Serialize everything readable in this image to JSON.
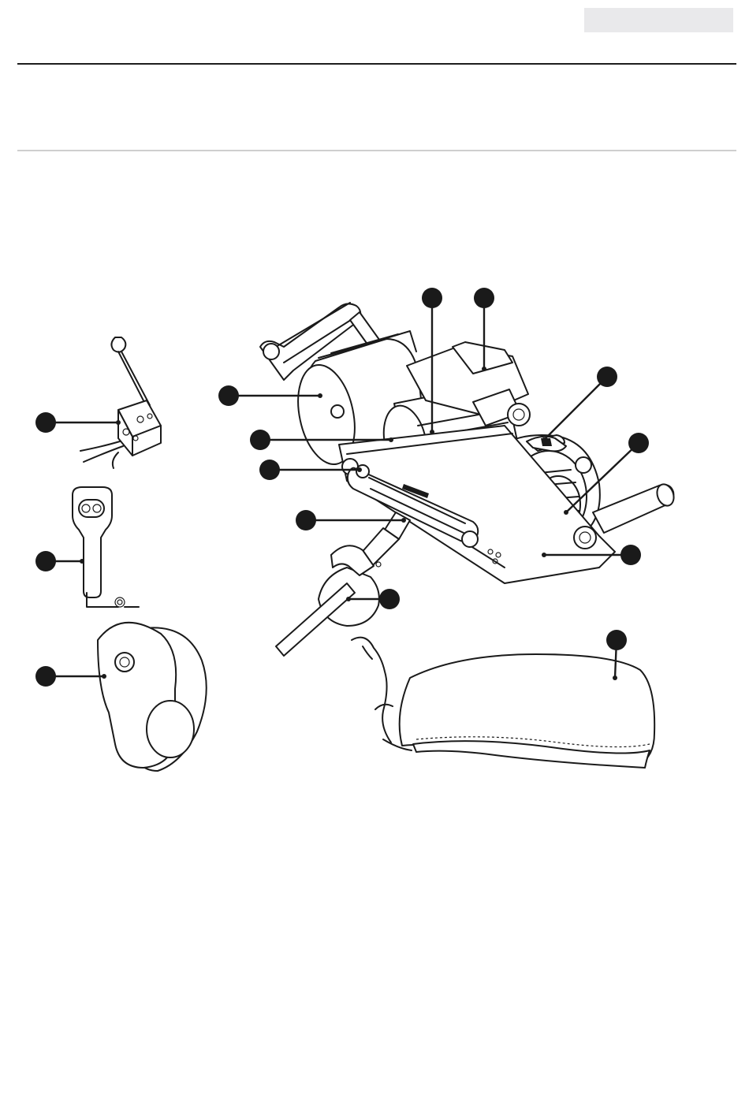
{
  "header": {
    "tab_label": ""
  },
  "callouts": [
    {
      "id": "wiring-harness",
      "label": ""
    },
    {
      "id": "remote-control",
      "label": ""
    },
    {
      "id": "snatch-block",
      "label": ""
    },
    {
      "id": "motor",
      "label": ""
    },
    {
      "id": "drum",
      "label": ""
    },
    {
      "id": "fairlead",
      "label": ""
    },
    {
      "id": "rope",
      "label": ""
    },
    {
      "id": "guide-rod",
      "label": ""
    },
    {
      "id": "control-box",
      "label": ""
    },
    {
      "id": "clutch-lever",
      "label": ""
    },
    {
      "id": "gearbox",
      "label": ""
    },
    {
      "id": "frame-handle",
      "label": ""
    },
    {
      "id": "hook",
      "label": ""
    },
    {
      "id": "storage-bag",
      "label": ""
    }
  ],
  "colors": {
    "line": "#1a1a1a",
    "rule_top": "#1d1d1d",
    "rule_mid": "#cfcfcf",
    "tab": "#e9e9eb"
  }
}
